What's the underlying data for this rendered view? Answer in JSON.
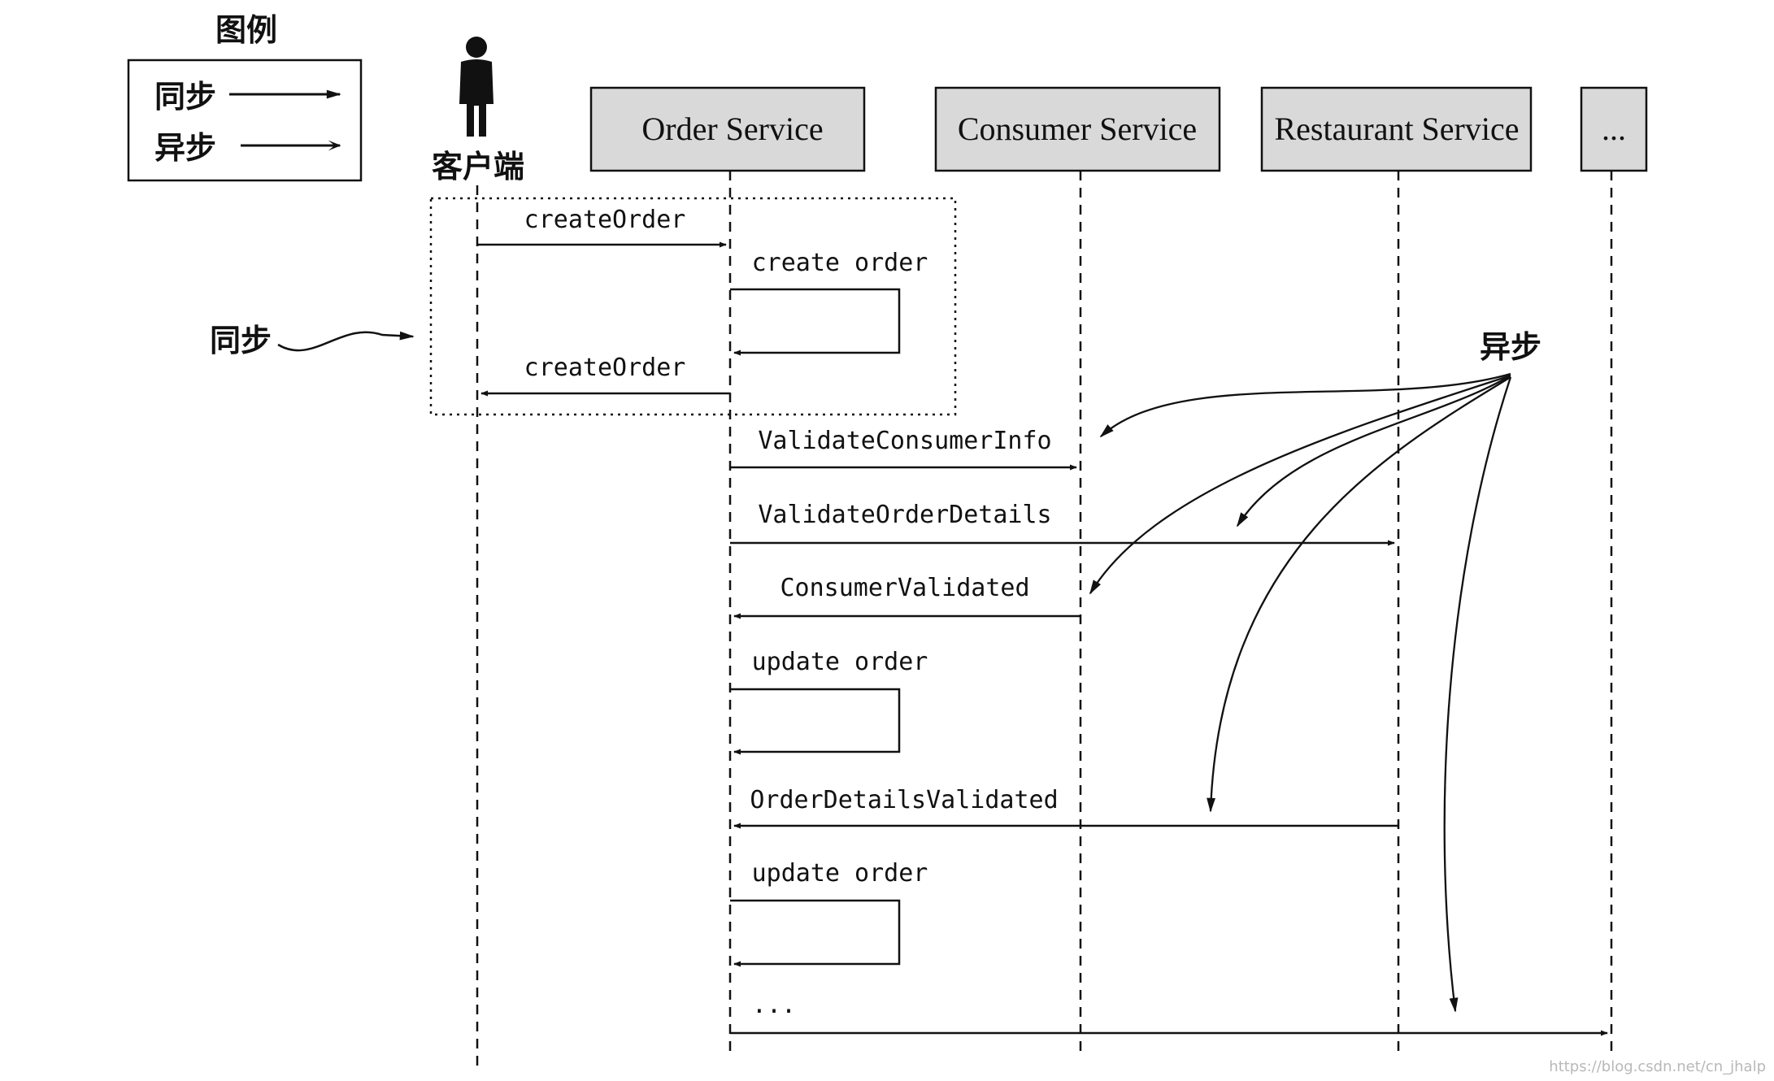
{
  "legend": {
    "title": "图例",
    "sync_label": "同步",
    "async_label": "异步"
  },
  "client_label": "客户端",
  "services": {
    "order": "Order Service",
    "consumer": "Consumer Service",
    "restaurant": "Restaurant Service",
    "more": "..."
  },
  "callouts": {
    "sync": "同步",
    "async": "异步"
  },
  "messages": {
    "create_order_request": "createOrder",
    "create_order_internal": "create order",
    "create_order_response": "createOrder",
    "validate_consumer_info": "ValidateConsumerInfo",
    "validate_order_details": "ValidateOrderDetails",
    "consumer_validated": "ConsumerValidated",
    "update_order_1": "update order",
    "order_details_validated": "OrderDetailsValidated",
    "update_order_2": "update order",
    "ellipsis": "..."
  },
  "watermark": "https://blog.csdn.net/cn_jhalp",
  "colors": {
    "box_fill": "#d9d9d9",
    "stroke": "#111111"
  }
}
